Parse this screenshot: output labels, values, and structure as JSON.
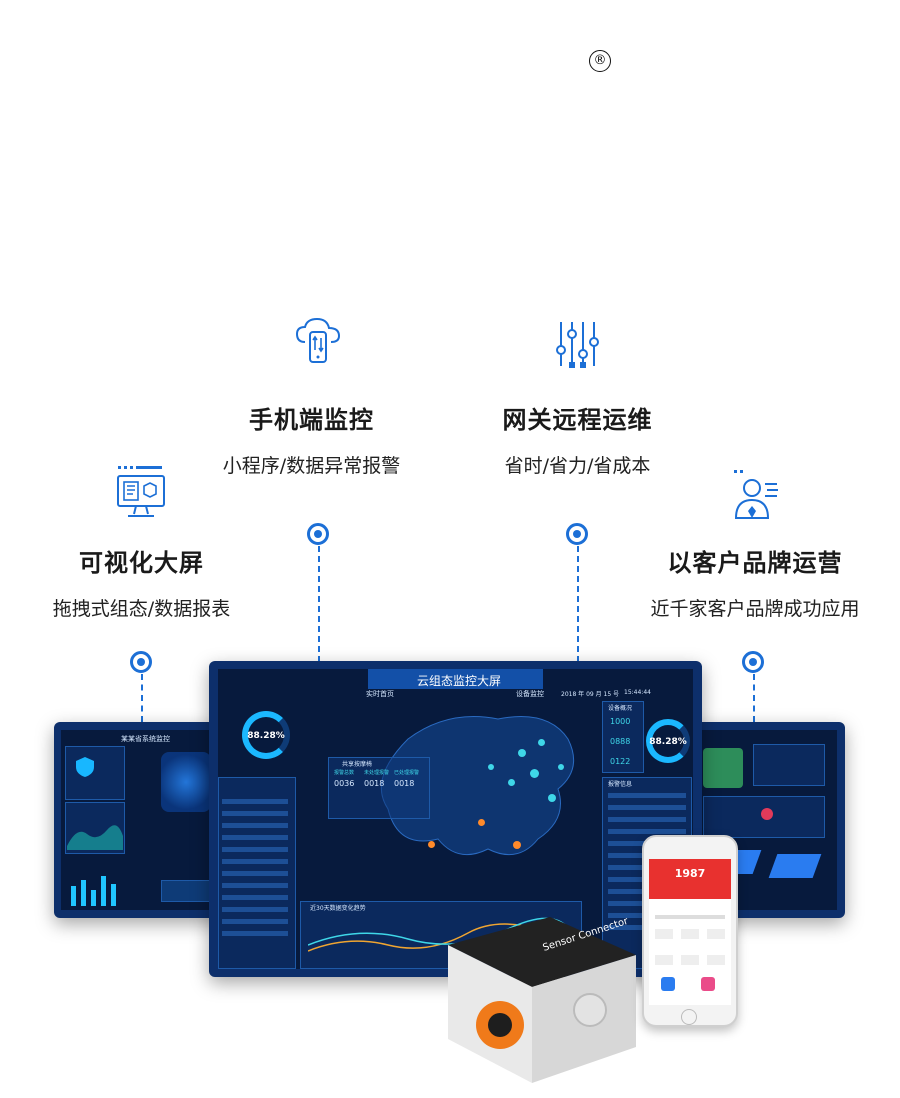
{
  "registered_mark": "®",
  "features": [
    {
      "title": "手机端监控",
      "subtitle": "小程序/数据异常报警",
      "icon": "cloud-phone-icon"
    },
    {
      "title": "网关远程运维",
      "subtitle": "省时/省力/省成本",
      "icon": "sliders-icon"
    },
    {
      "title": "可视化大屏",
      "subtitle": "拖拽式组态/数据报表",
      "icon": "monitor-icon"
    },
    {
      "title": "以客户品牌运营",
      "subtitle": "近千家客户品牌成功应用",
      "icon": "user-brand-icon"
    }
  ],
  "dashboard": {
    "title": "云组态监控大屏",
    "nav_left": "实时首页",
    "nav_right": "设备监控",
    "date": "2018 年 09 月 15 号",
    "time": "15:44:44",
    "gauge_left": "88.28%",
    "gauge_right": "88.28%",
    "stats_title": "共享按摩椅",
    "stats_labels": [
      "报警总数",
      "未处理报警",
      "已处理报警"
    ],
    "stats_values": [
      "0036",
      "0018",
      "0018"
    ],
    "overview_title": "设备概况",
    "overview_values": [
      "1000",
      "0888",
      "0122"
    ],
    "trend_title": "近30天数据变化趋势",
    "alarm_title": "报警信息",
    "left_screen_title": "某某省系统监控"
  },
  "phone": {
    "header_number": "1987"
  },
  "device": {
    "brand": "Sensor Connector"
  },
  "colors": {
    "accent": "#1c6fd6",
    "screen_frame": "#0d2f6b",
    "screen_bg": "#071a3d",
    "phone_header": "#e8312f",
    "device_orange": "#f07a1a"
  }
}
